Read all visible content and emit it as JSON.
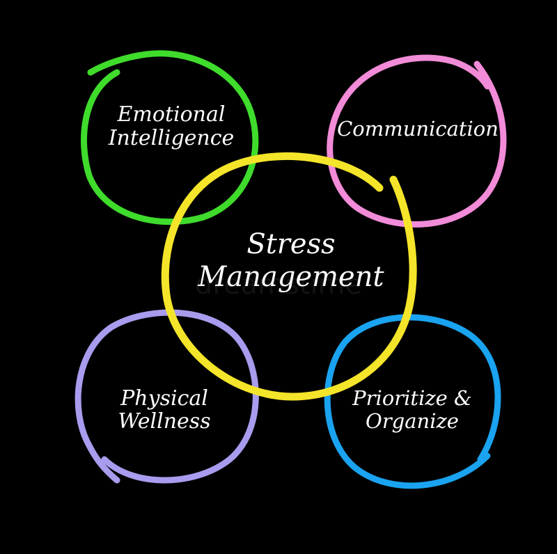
{
  "diagram": {
    "center": {
      "line1": "Stress",
      "line2": "Management",
      "color": "#f5e52a"
    },
    "nodes": {
      "top_left": {
        "line1": "Emotional",
        "line2": "Intelligence",
        "color": "#3fdc2c"
      },
      "top_right": {
        "line1": "Communication",
        "color": "#f28bd8"
      },
      "bottom_left": {
        "line1": "Physical",
        "line2": "Wellness",
        "color": "#a79ced"
      },
      "bottom_right": {
        "line1": "Prioritize &",
        "line2": "Organize",
        "color": "#1aa3f0"
      }
    },
    "watermark": "dreamstime"
  }
}
